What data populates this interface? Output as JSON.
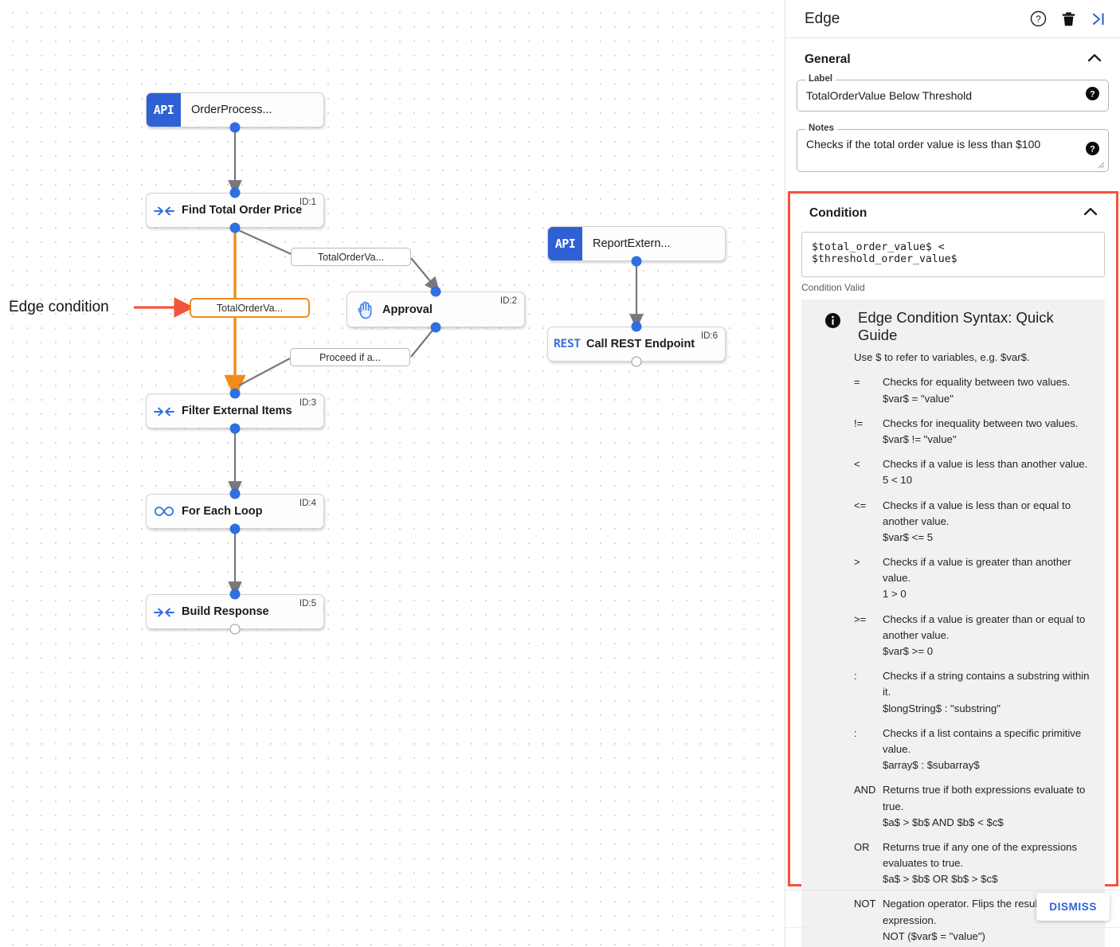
{
  "canvas": {
    "annotation": {
      "text": "Edge condition",
      "arrow_color": "#f4533c"
    },
    "nodes": [
      {
        "id": "",
        "title": "OrderProcess...",
        "badge": "API",
        "kind": "api"
      },
      {
        "id": "ID:1",
        "title": "Find Total Order Price",
        "icon": "converge-arrows-icon",
        "kind": "step"
      },
      {
        "id": "ID:2",
        "title": "Approval",
        "icon": "hand-icon",
        "kind": "step"
      },
      {
        "id": "ID:3",
        "title": "Filter External Items",
        "icon": "converge-arrows-icon",
        "kind": "step"
      },
      {
        "id": "ID:4",
        "title": "For Each Loop",
        "icon": "infinity-icon",
        "kind": "step"
      },
      {
        "id": "ID:5",
        "title": "Build Response",
        "icon": "converge-arrows-icon",
        "kind": "step"
      },
      {
        "id": "",
        "title": "ReportExtern...",
        "badge": "API",
        "kind": "api"
      },
      {
        "id": "ID:6",
        "title": "Call REST Endpoint",
        "badge": "REST",
        "kind": "rest"
      }
    ],
    "edge_labels": [
      {
        "text": "TotalOrderVa...",
        "selected": false
      },
      {
        "text": "TotalOrderVa...",
        "selected": true
      },
      {
        "text": "Proceed if a...",
        "selected": false
      }
    ],
    "selected_edge_color": "#f08c1a"
  },
  "panel": {
    "title": "Edge",
    "icons": {
      "help": "help-circle-icon",
      "delete": "trash-icon",
      "collapse": "collapse-panel-icon"
    },
    "general": {
      "section_title": "General",
      "label_field": {
        "label": "Label",
        "value": "TotalOrderValue Below Threshold"
      },
      "notes_field": {
        "label": "Notes",
        "value": "Checks if the total order value is less than $100"
      }
    },
    "condition": {
      "section_title": "Condition",
      "expression": "$total_order_value$ < $threshold_order_value$",
      "status": "Condition Valid",
      "guide": {
        "title": "Edge Condition Syntax: Quick Guide",
        "subtitle": "Use $ to refer to variables, e.g. $var$.",
        "operators": [
          {
            "symbol": "=",
            "description": "Checks for equality between two values.",
            "example": "$var$ = \"value\""
          },
          {
            "symbol": "!=",
            "description": "Checks for inequality between two values.",
            "example": "$var$ != \"value\""
          },
          {
            "symbol": "<",
            "description": "Checks if a value is less than another value.",
            "example": "5 < 10"
          },
          {
            "symbol": "<=",
            "description": "Checks if a value is less than or equal to another value.",
            "example": "$var$ <= 5"
          },
          {
            "symbol": ">",
            "description": "Checks if a value is greater than another value.",
            "example": "1 > 0"
          },
          {
            "symbol": ">=",
            "description": "Checks if a value is greater than or equal to another value.",
            "example": "$var$ >= 0"
          },
          {
            "symbol": ":",
            "description": "Checks if a string contains a substring within it.",
            "example": "$longString$ : \"substring\""
          },
          {
            "symbol": ":",
            "description": "Checks if a list contains a specific primitive value.",
            "example": "$array$ : $subarray$"
          },
          {
            "symbol": "AND",
            "description": "Returns true if both expressions evaluate to true.",
            "example": "$a$ > $b$ AND $b$ < $c$"
          },
          {
            "symbol": "OR",
            "description": "Returns true if any one of the expressions evaluates to true.",
            "example": "$a$ > $b$ OR $b$ > $c$"
          },
          {
            "symbol": "NOT",
            "description": "Negation operator. Flips the result of an expression.",
            "example": "NOT ($var$ = \"value\")"
          }
        ]
      }
    },
    "dismiss_label": "DISMISS",
    "highlight_color": "#f4533c"
  }
}
